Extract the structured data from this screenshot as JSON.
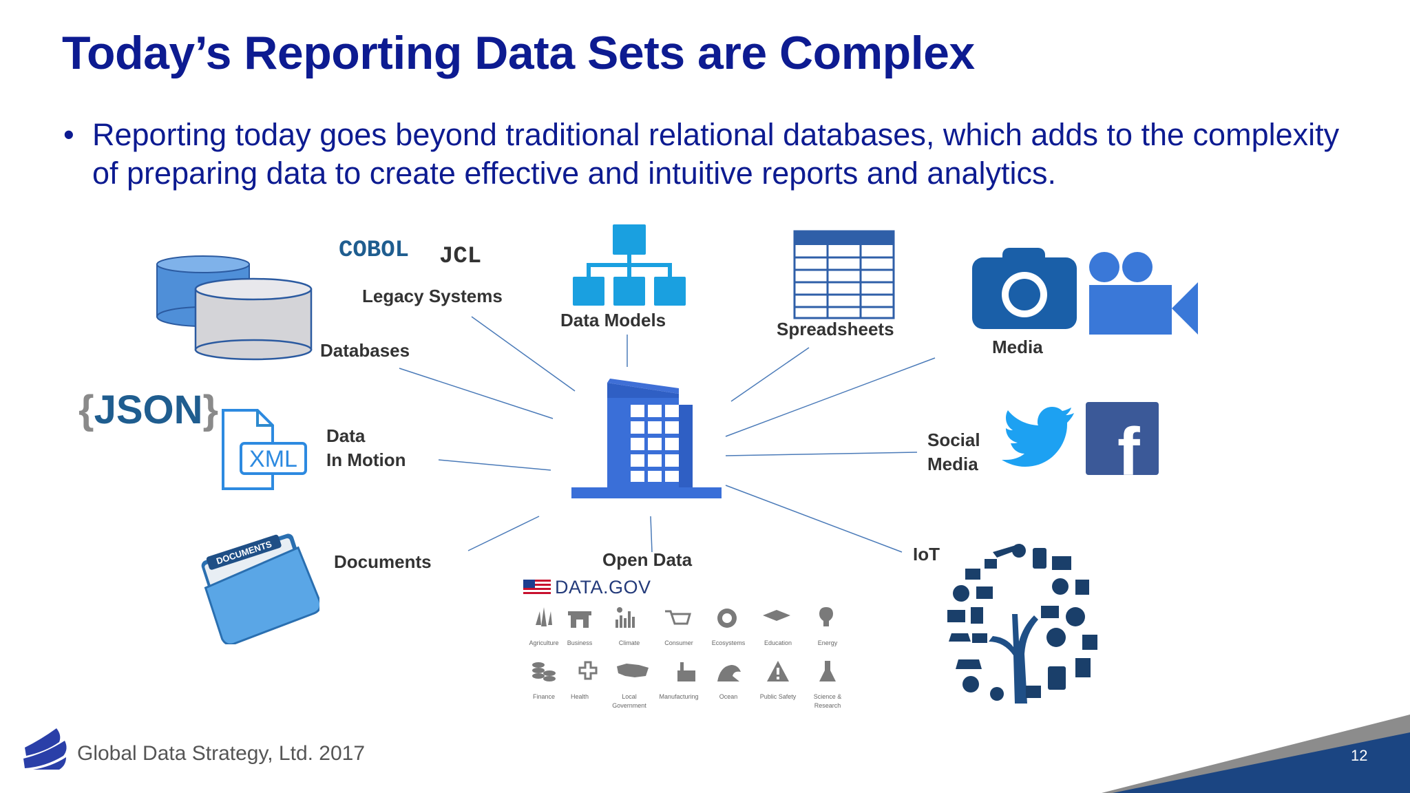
{
  "slide": {
    "title": "Today’s Reporting Data Sets are Complex",
    "bullet_marker": "•",
    "bullet": "Reporting today goes beyond traditional relational databases, which adds to the complexity of preparing data to create effective and intuitive reports and analytics."
  },
  "diagram": {
    "hub_icon": "building-icon",
    "sources": {
      "databases": "Databases",
      "legacy_systems": "Legacy Systems",
      "cobol": "COBOL",
      "jcl": "JCL",
      "data_models": "Data Models",
      "spreadsheets": "Spreadsheets",
      "media": "Media",
      "social_media_line1": "Social",
      "social_media_line2": "Media",
      "iot": "IoT",
      "open_data": "Open Data",
      "documents": "Documents",
      "data_in_motion_line1": "Data",
      "data_in_motion_line2": "In Motion",
      "json": "JSON",
      "json_open": "{",
      "json_close": "}",
      "xml": "XML",
      "documents_folder_tab": "DOCUMENTS",
      "facebook": "f"
    },
    "datagov": {
      "logo": "DATA.GOV",
      "row1": [
        "Agriculture",
        "Business",
        "Climate",
        "Consumer",
        "Ecosystems",
        "Education",
        "Energy"
      ],
      "row2_single": [
        "Finance",
        "Health"
      ],
      "local_gov_1": "Local",
      "local_gov_2": "Government",
      "row2_rest": [
        "Manufacturing",
        "Ocean",
        "Public Safety"
      ],
      "science_1": "Science &",
      "science_2": "Research"
    }
  },
  "footer": {
    "company": "Global Data Strategy, Ltd. 2017",
    "page": "12"
  },
  "colors": {
    "title": "#0d1b91",
    "icon_blue": "#3a6fd8",
    "footer_band": "#1b4582"
  }
}
